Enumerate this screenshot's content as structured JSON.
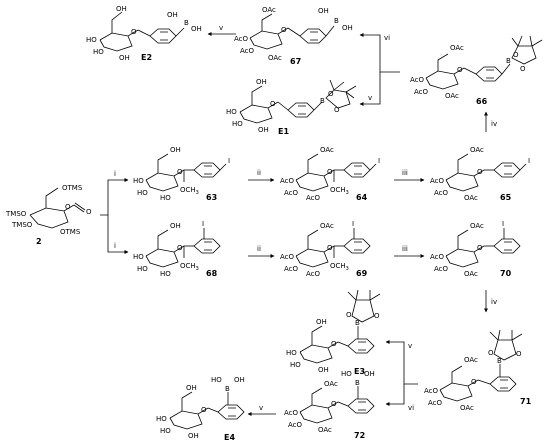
{
  "compounds": {
    "c2": "2",
    "c63": "63",
    "c64": "64",
    "c65": "65",
    "c66": "66",
    "c67": "67",
    "c68": "68",
    "c69": "69",
    "c70": "70",
    "c71": "71",
    "c72": "72",
    "e1": "E1",
    "e2": "E2",
    "e3": "E3",
    "e4": "E4"
  },
  "reagents": {
    "i": "i",
    "ii": "ii",
    "iii": "iii",
    "iv": "iv",
    "v": "v",
    "vi": "vi"
  },
  "atoms": {
    "OH": "OH",
    "HO": "HO",
    "OAc": "OAc",
    "AcO": "AcO",
    "OTMS": "OTMS",
    "TMSO": "TMSO",
    "O": "O",
    "I": "I",
    "B": "B",
    "OCH3": "OCH",
    "three": "3"
  }
}
